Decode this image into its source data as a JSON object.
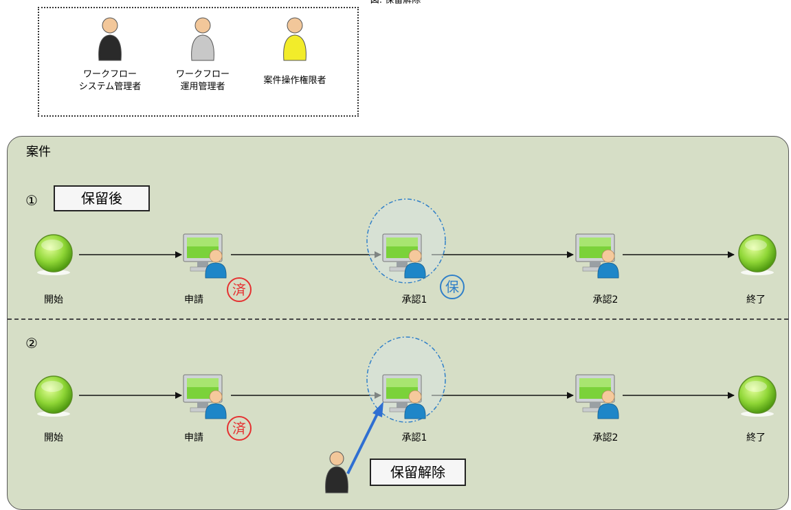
{
  "figure_caption": "図: 保留解除",
  "legend": {
    "items": [
      {
        "label": "ワークフロー\nシステム管理者",
        "color": "#2a2a2a"
      },
      {
        "label": "ワークフロー\n運用管理者",
        "color": "#c8c8c8"
      },
      {
        "label": "案件操作権限者",
        "color": "#f2ec2a"
      }
    ]
  },
  "case": {
    "title": "案件",
    "rows": [
      {
        "number": "①",
        "state_label": "保留後",
        "nodes": [
          "開始",
          "申請",
          "承認1",
          "承認2",
          "終了"
        ],
        "badges": [
          {
            "text": "済",
            "color": "#e53030"
          },
          {
            "text": "保",
            "color": "#2f7fc8"
          }
        ]
      },
      {
        "number": "②",
        "nodes": [
          "開始",
          "申請",
          "承認1",
          "承認2",
          "終了"
        ],
        "badges": [
          {
            "text": "済",
            "color": "#e53030"
          }
        ],
        "action_label": "保留解除"
      }
    ]
  }
}
